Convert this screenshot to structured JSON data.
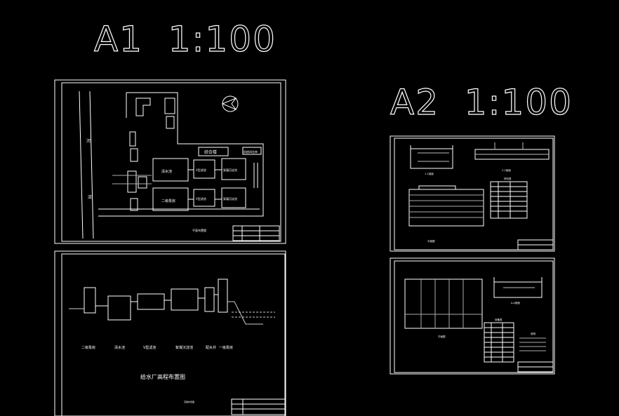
{
  "canvas": {
    "background": "#000000",
    "line_color": "#ffffff",
    "minor_color": "#d0d0d0"
  },
  "titles": {
    "a1": "A1  1:100",
    "a2": "A2  1:100"
  },
  "sheet_site_plan": {
    "river_chars": [
      "河",
      "流"
    ],
    "buildings": [
      "清水池",
      "二级泵房",
      "V型滤池",
      "絮凝沉淀池",
      "V型滤池",
      "絮凝沉淀池"
    ],
    "admin_label": "综合楼",
    "office_label": "机修间仓库",
    "caption": "平面布置图"
  },
  "sheet_profile": {
    "stations": [
      "二级泵房",
      "清水池",
      "V型滤池",
      "絮凝沉淀池",
      "配水井",
      "一级泵房"
    ],
    "title": "给水厂高程布置图",
    "footnote": "高程布置图"
  },
  "sheet_a2_upper": {
    "view_label_left": "1-1剖面",
    "view_label_right": "2-2剖面",
    "plan_label": "平面图",
    "table_title": "材料表"
  },
  "sheet_a2_lower": {
    "plan_label": "平面图",
    "section_label": "A-A剖面",
    "table_title": "设备表",
    "notes_title": "说明"
  }
}
